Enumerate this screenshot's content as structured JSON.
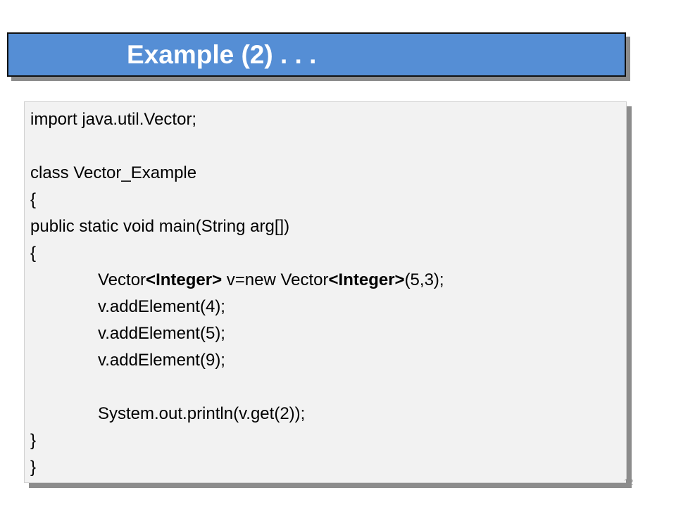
{
  "slide": {
    "title": "Example (2) . . .",
    "page_number": "12"
  },
  "code": {
    "line1": "import java.util.Vector;",
    "line2": "",
    "line3": "class Vector_Example",
    "line4": "{",
    "line5": "public static void main(String arg[])",
    "line6": "{",
    "line7": {
      "a": "Vector",
      "b": "<Integer>",
      "c": " v=new Vector",
      "d": "<Integer>",
      "e": "(5,3);"
    },
    "line8": "v.addElement(4);",
    "line9": "v.addElement(5);",
    "line10": "v.addElement(9);",
    "line11": "",
    "line12": "System.out.println(v.get(2));",
    "line13": "}",
    "line14": "}"
  }
}
